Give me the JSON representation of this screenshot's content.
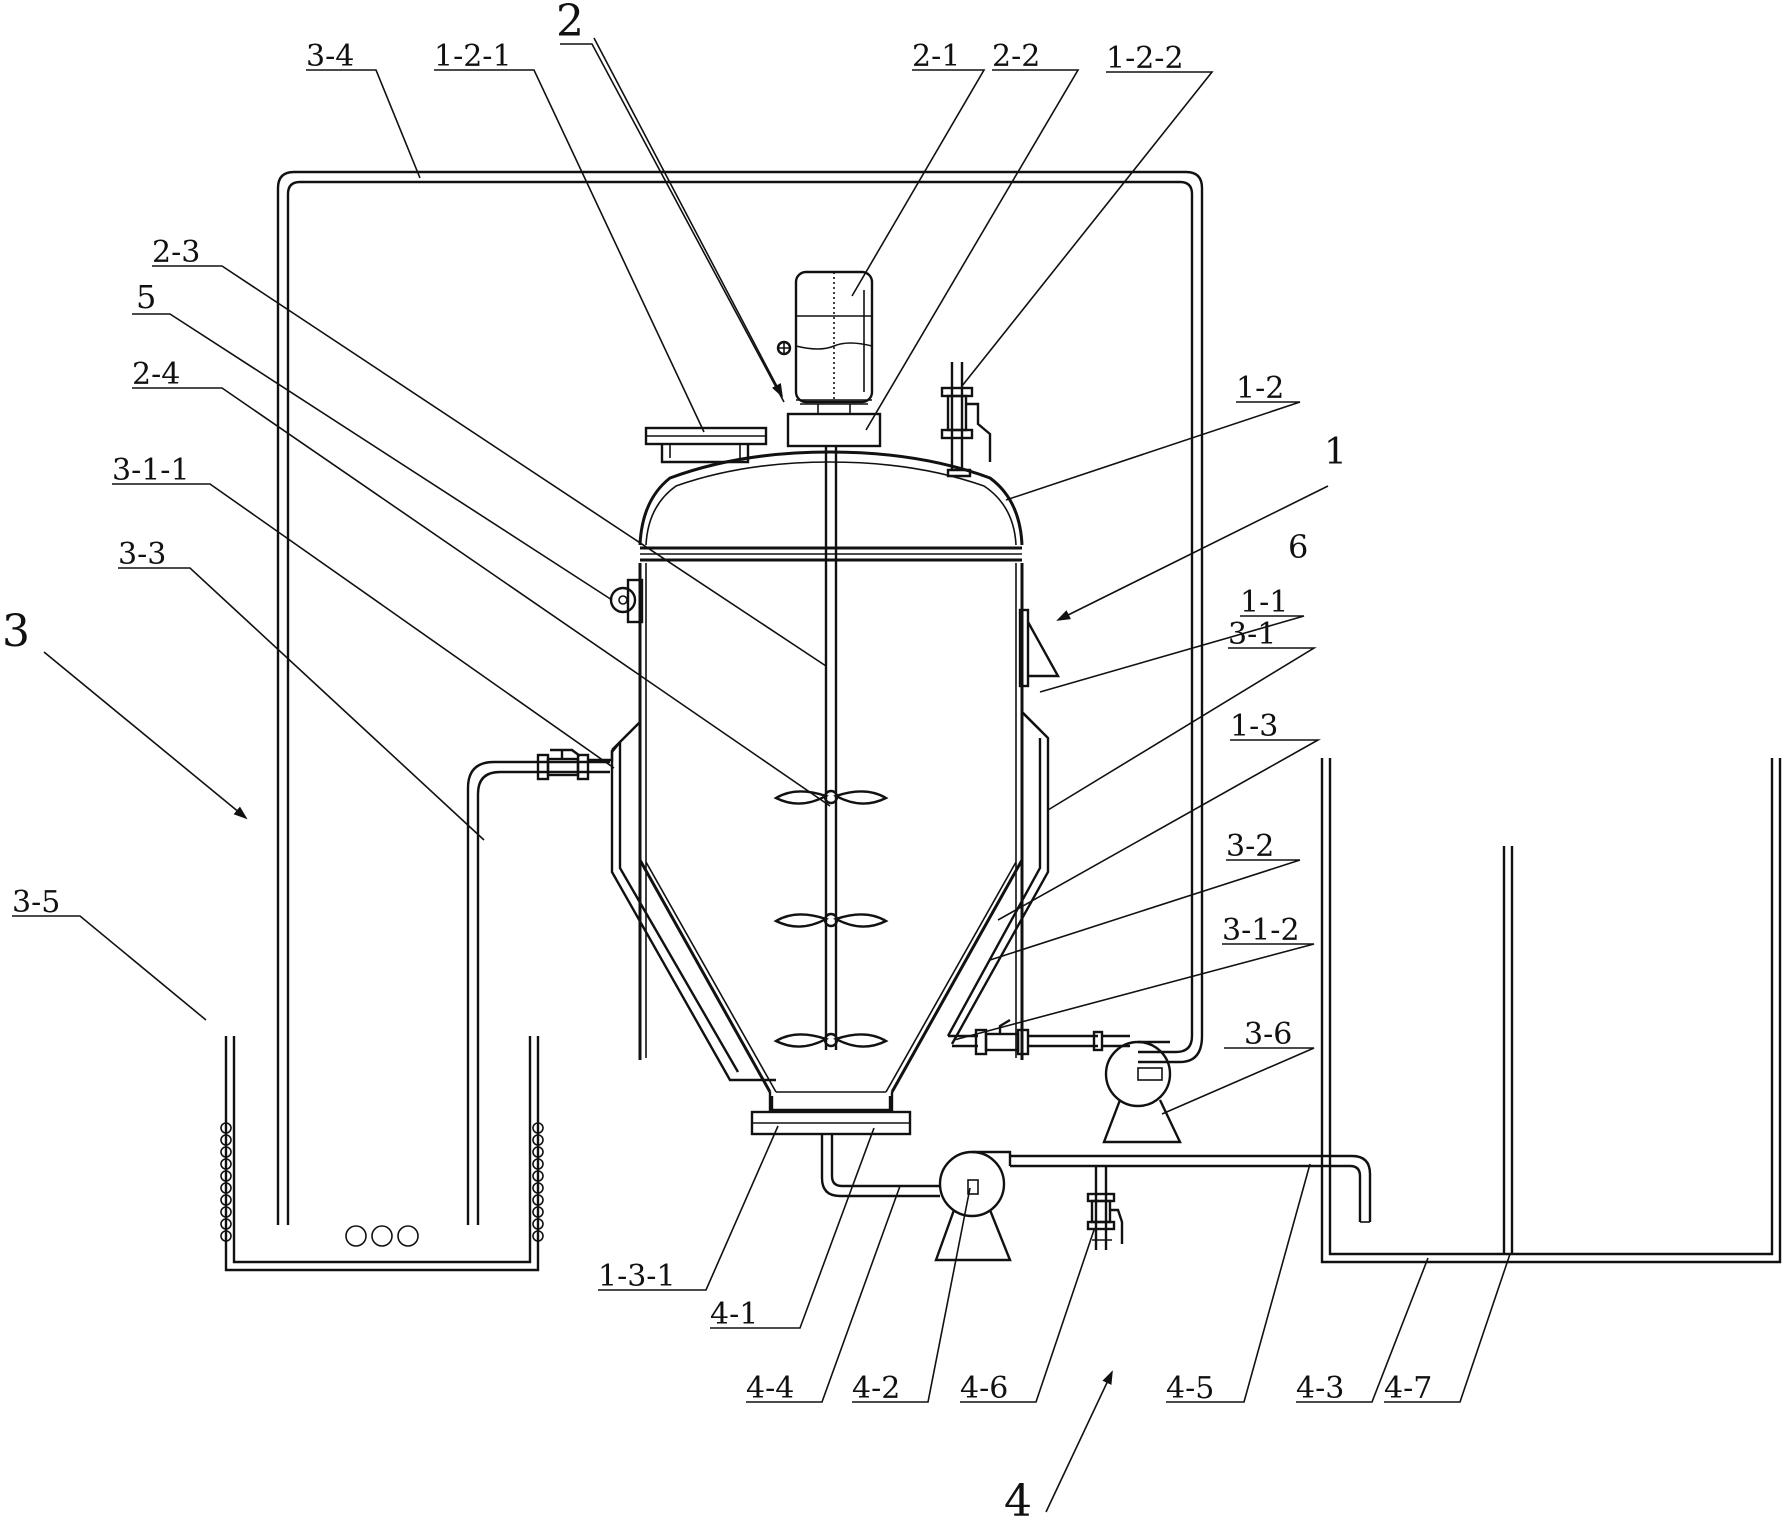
{
  "labels": {
    "l_2": "2",
    "l_3": "3",
    "l_4": "4",
    "l_1": "1",
    "l_5": "5",
    "l_6": "6",
    "l_3_4": "3-4",
    "l_1_2_1": "1-2-1",
    "l_2_1": "2-1",
    "l_2_2": "2-2",
    "l_1_2_2": "1-2-2",
    "l_2_3": "2-3",
    "l_2_4": "2-4",
    "l_3_1_1": "3-1-1",
    "l_3_3": "3-3",
    "l_1_2": "1-2",
    "l_1_1": "1-1",
    "l_3_1": "3-1",
    "l_1_3": "1-3",
    "l_3_2": "3-2",
    "l_3_5": "3-5",
    "l_3_1_2": "3-1-2",
    "l_3_6": "3-6",
    "l_1_3_1": "1-3-1",
    "l_4_1": "4-1",
    "l_4_4": "4-4",
    "l_4_2": "4-2",
    "l_4_6": "4-6",
    "l_4_5": "4-5",
    "l_4_3": "4-3",
    "l_4_7": "4-7"
  }
}
